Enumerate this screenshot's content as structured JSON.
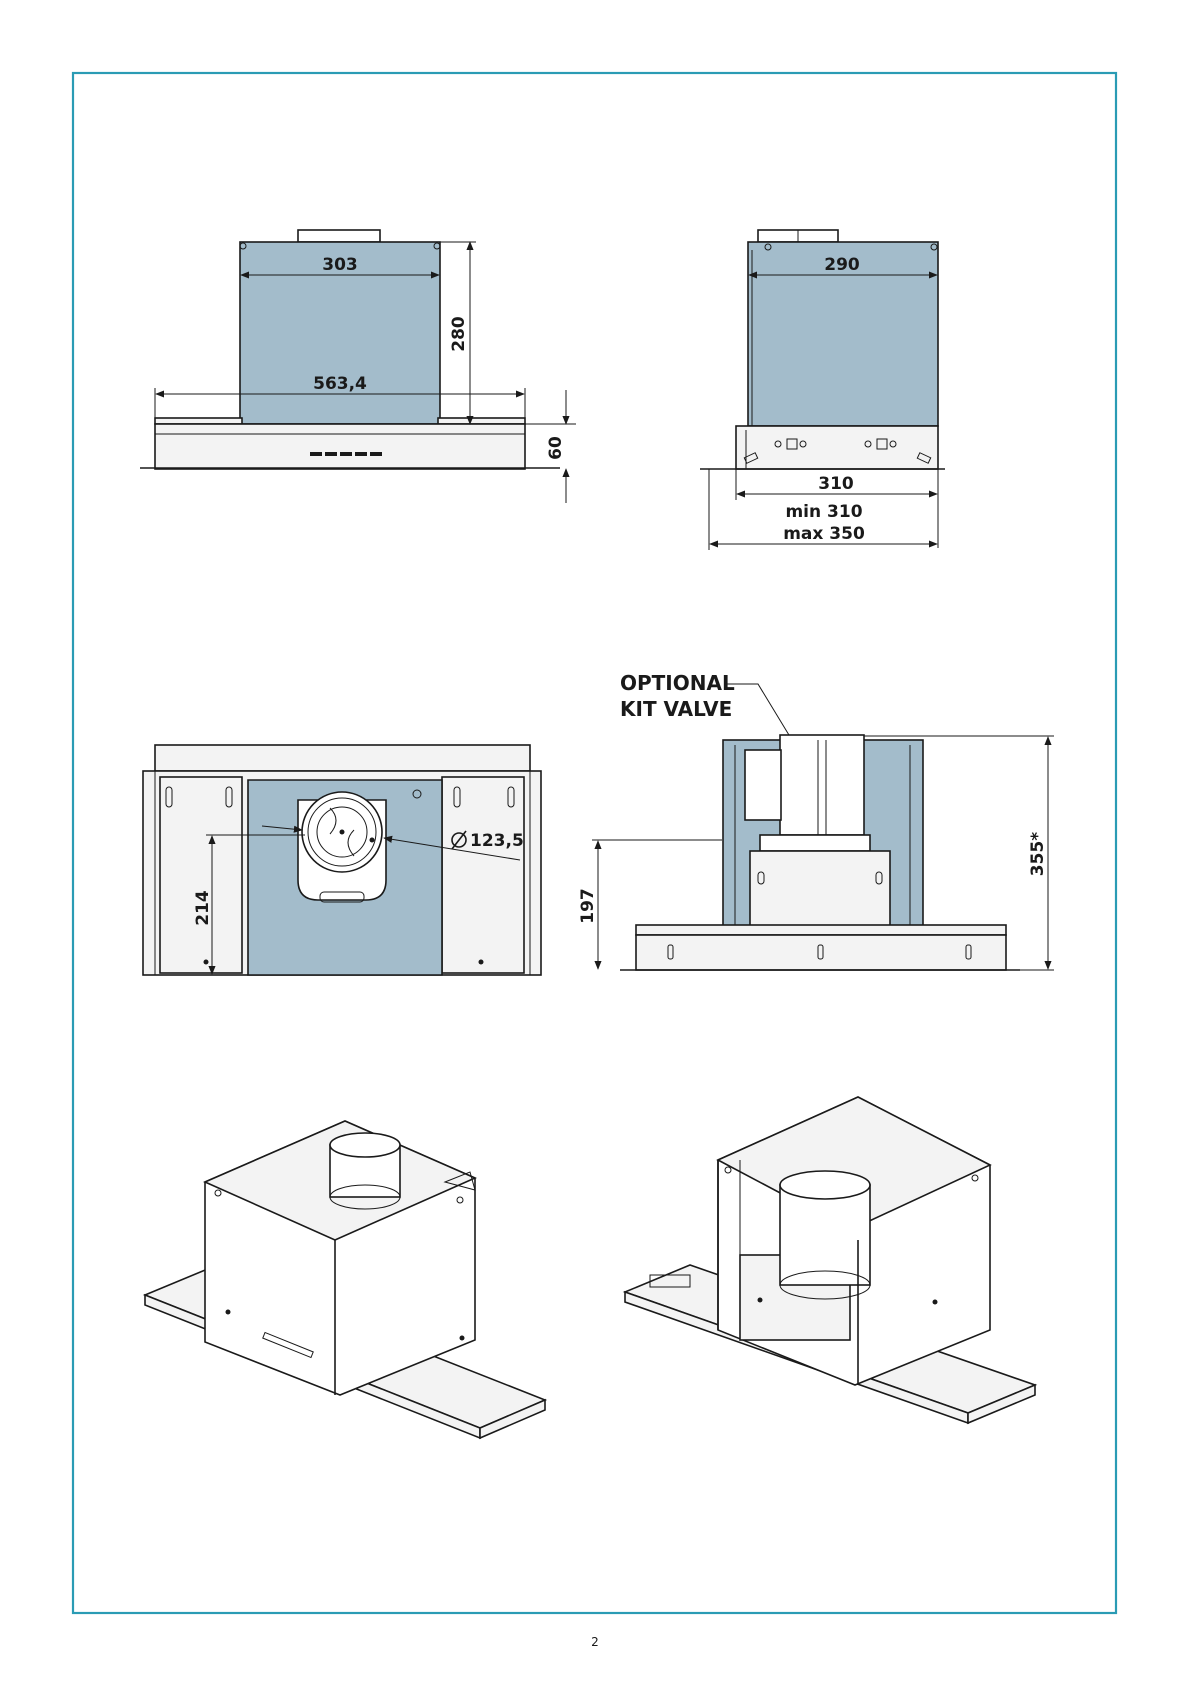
{
  "page": {
    "number": "2",
    "frame_color": "#2a9bb4",
    "body_color": "#a3bccb"
  },
  "front_view": {
    "top_width": "303",
    "height": "280",
    "total_width": "563,4",
    "base_height": "60"
  },
  "side_view": {
    "top_width": "290",
    "base_width": "310",
    "min_label": "min 310",
    "max_label": "max 350"
  },
  "bottom_view": {
    "offset": "214",
    "diameter": "123,5"
  },
  "side_kit_view": {
    "callout_line1": "OPTIONAL",
    "callout_line2": "KIT VALVE",
    "base_height": "197",
    "total_height": "355*"
  },
  "isometric_views": {
    "count": 2
  }
}
